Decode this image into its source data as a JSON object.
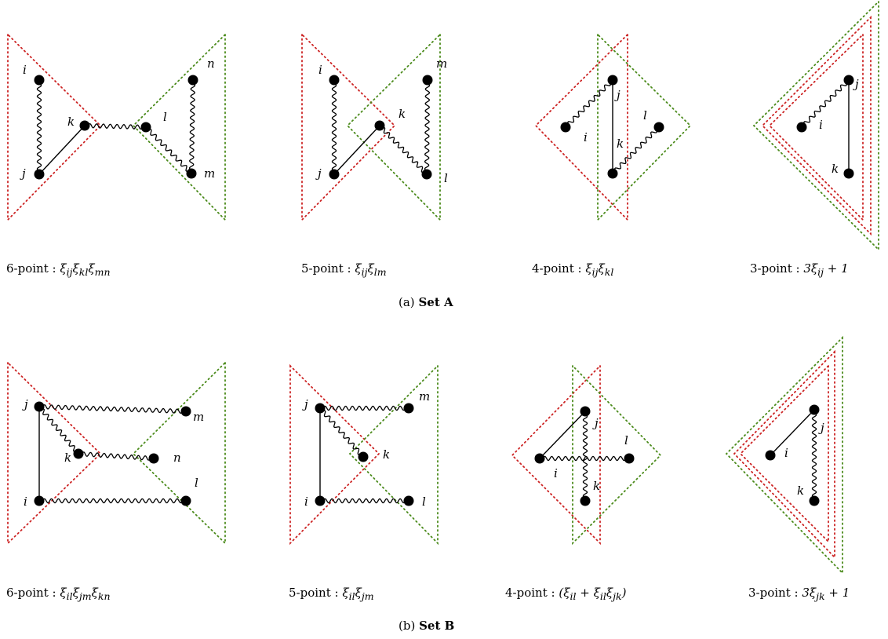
{
  "set_a": {
    "caption_label": "(a)",
    "caption_name": "Set A",
    "diagrams": [
      {
        "point_label": "6-point :",
        "formula": "ξijξklξmn",
        "formula_html": "ξ<sub>ij</sub>ξ<sub>kl</sub>ξ<sub>mn</sub>",
        "nodes": [
          "i",
          "j",
          "k",
          "l",
          "m",
          "n"
        ]
      },
      {
        "point_label": "5-point :",
        "formula": "ξijξlm",
        "formula_html": "ξ<sub>ij</sub>ξ<sub>lm</sub>",
        "nodes": [
          "i",
          "j",
          "k",
          "l",
          "m"
        ]
      },
      {
        "point_label": "4-point :",
        "formula": "ξijξkl",
        "formula_html": "ξ<sub>ij</sub>ξ<sub>kl</sub>",
        "nodes": [
          "i",
          "j",
          "k",
          "l"
        ]
      },
      {
        "point_label": "3-point :",
        "formula": "3ξij + 1",
        "formula_html": "3ξ<sub>ij</sub> + 1",
        "nodes": [
          "i",
          "j",
          "k"
        ]
      }
    ]
  },
  "set_b": {
    "caption_label": "(b)",
    "caption_name": "Set B",
    "diagrams": [
      {
        "point_label": "6-point :",
        "formula": "ξilξjmξkn",
        "formula_html": "ξ<sub>il</sub>ξ<sub>jm</sub>ξ<sub>kn</sub>",
        "nodes": [
          "j",
          "m",
          "k",
          "n",
          "i",
          "l"
        ]
      },
      {
        "point_label": "5-point :",
        "formula": "ξilξjm",
        "formula_html": "ξ<sub>il</sub>ξ<sub>jm</sub>",
        "nodes": [
          "j",
          "m",
          "k",
          "i",
          "l"
        ]
      },
      {
        "point_label": "4-point :",
        "formula": "(ξil + ξilξjk)",
        "formula_html": "(ξ<sub>il</sub> + ξ<sub>il</sub>ξ<sub>jk</sub>)",
        "nodes": [
          "j",
          "i",
          "l",
          "k"
        ]
      },
      {
        "point_label": "3-point :",
        "formula": "3ξjk + 1",
        "formula_html": "3ξ<sub>jk</sub> + 1",
        "nodes": [
          "i",
          "j",
          "k"
        ]
      }
    ]
  },
  "colors": {
    "red_region": "#cc2222",
    "green_region": "#4a8a1a",
    "ink": "#000000"
  }
}
